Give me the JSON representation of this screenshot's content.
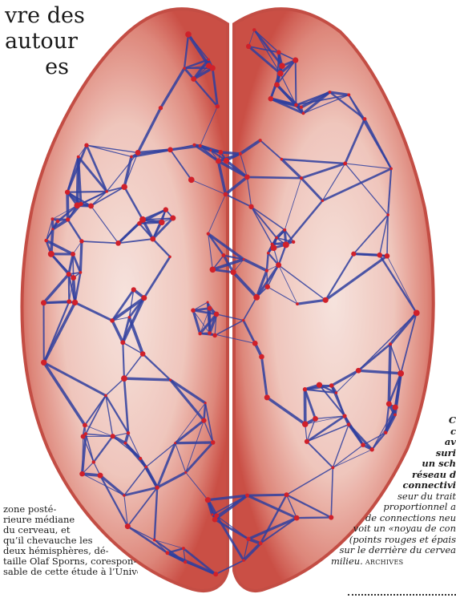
{
  "headline": {
    "lines": [
      "vre des",
      "autour",
      "es"
    ]
  },
  "body_text": {
    "lines": [
      "zone   posté-",
      "rieure  médiane",
      "du   cerveau,   et",
      "qu’il  chevauche  les",
      "deux  hémisphères,  dé-",
      "taille Olaf Sporns, corespon-",
      "sable de cette étude à l’Univer-"
    ]
  },
  "caption": {
    "lines": [
      {
        "text": "C",
        "bold": true
      },
      {
        "text": "c",
        "bold": true
      },
      {
        "text": "av",
        "bold": true
      },
      {
        "text": "suri",
        "bold": true
      },
      {
        "text": "un sch",
        "bold": true
      },
      {
        "text": "réseau d",
        "bold": true
      },
      {
        "text": "connectivi",
        "bold": true
      },
      {
        "text": "seur du trait",
        "bold": false
      },
      {
        "text": "proportionnel a",
        "bold": false
      },
      {
        "text": "de connections neu",
        "bold": false
      },
      {
        "text": "voit un «noyau de con",
        "bold": false
      },
      {
        "text": "(points rouges et épais",
        "bold": false
      },
      {
        "text": "sur le derrière du cervea",
        "bold": false
      },
      {
        "text": "milieu.",
        "bold": false
      }
    ],
    "credit": "ARCHIVES"
  },
  "image": {
    "subject": "brain-connectivity-network",
    "colors": {
      "edge": "#2f3f9f",
      "node": "#d0202a",
      "tissue": "#d45a50",
      "tissue_light": "#f2c8c0"
    }
  }
}
